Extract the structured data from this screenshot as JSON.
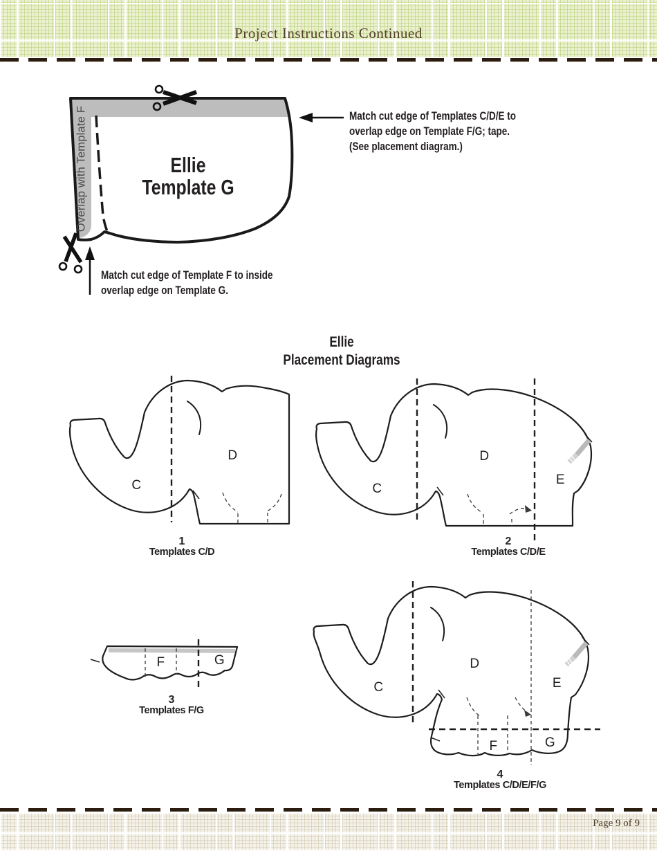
{
  "header": {
    "title": "Project Instructions Continued"
  },
  "footer": {
    "page_label": "Page 9 of 9"
  },
  "template_g": {
    "name_line1": "Ellie",
    "name_line2": "Template G",
    "overlap_edge_label": "Overlap with Template F",
    "annotation_top_right": {
      "line1": "Match cut edge of  Templates C/D/E to",
      "line2": "overlap edge on Template F/G; tape.",
      "line3": "(See placement diagram.)"
    },
    "annotation_bottom": {
      "line1": "Match cut edge of Template F to inside",
      "line2": "overlap edge on Template G."
    }
  },
  "placement": {
    "title_line1": "Ellie",
    "title_line2": "Placement Diagrams",
    "diagram1": {
      "number": "1",
      "caption": "Templates C/D",
      "label_c": "C",
      "label_d": "D"
    },
    "diagram2": {
      "number": "2",
      "caption": "Templates C/D/E",
      "label_c": "C",
      "label_d": "D",
      "label_e": "E"
    },
    "diagram3": {
      "number": "3",
      "caption": "Templates F/G",
      "label_f": "F",
      "label_g": "G"
    },
    "diagram4": {
      "number": "4",
      "caption": "Templates C/D/E/F/G",
      "label_c": "C",
      "label_d": "D",
      "label_e": "E",
      "label_f": "F",
      "label_g": "G"
    }
  },
  "colors": {
    "plaid_green": "#ebf1cf",
    "plaid_tan": "#f4f1e8",
    "title_brown": "#523f2b",
    "ink": "#231f20",
    "gray_band": "#bdbdbd",
    "dashed_border": "#2b1c10"
  }
}
